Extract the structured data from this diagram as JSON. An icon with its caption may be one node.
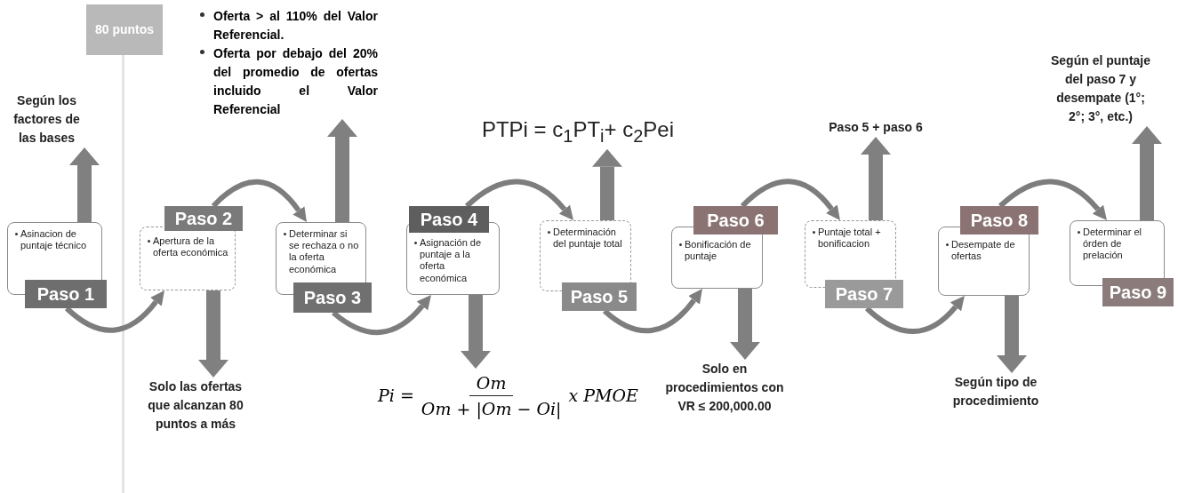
{
  "diagram": {
    "nodes": [
      {
        "text": [
          "Asinacion de puntaje técnico",
          "Paso 1"
        ]
      },
      {
        "text": [
          "Paso 2",
          "Apertura de la oferta económica"
        ]
      },
      {
        "text": [
          "Determinar si se rechaza o no la oferta económica",
          "Paso 3"
        ]
      },
      {
        "text": [
          "Paso 4",
          "Asignación de puntaje a la oferta económica"
        ]
      },
      {
        "text": [
          "Determinación del puntaje total",
          "Paso 5"
        ]
      },
      {
        "text": [
          "Paso 6",
          "Bonificación de puntaje"
        ]
      },
      {
        "text": [
          "Puntaje total + bonificacion",
          "Paso 7"
        ]
      },
      {
        "text": [
          "Paso 8",
          "Desempate de ofertas"
        ]
      },
      {
        "text": [
          "Determinar el órden de prelación",
          "Paso 9"
        ]
      },
      {
        "text": [
          "Según los factores de las bases"
        ]
      },
      {
        "text": [
          "80 puntos"
        ]
      },
      {
        "text": [
          "Oferta > al 110% del Valor Referencial.",
          "Oferta por debajo del 20% del promedio de ofertas incluido el Valor Referencial"
        ]
      },
      {
        "text": [
          "Solo las ofertas que alcanzan 80 puntos a más"
        ]
      },
      {
        "text": [
          "PTPi = c$_{1}$PT$_{i}$+ c$_{2}$Pei"
        ]
      },
      {
        "text": [
          "Pi =",
          "Om",
          "Om + |Om − Oi|",
          "x PMOE"
        ]
      },
      {
        "text": [
          "Paso 5 + paso 6"
        ]
      },
      {
        "text": [
          "Solo en procedimientos con VR ≤ 200,000.00"
        ]
      },
      {
        "text": [
          "Según el puntaje del paso 7 y desempate (1°; 2°; 3°, etc.)"
        ]
      },
      {
        "text": [
          "Según tipo de procedimiento"
        ]
      }
    ],
    "edges": [
      {
        "from": 0,
        "to": 1,
        "arrow": "to"
      },
      {
        "from": 1,
        "to": 2,
        "arrow": "to"
      },
      {
        "from": 2,
        "to": 3,
        "arrow": "to"
      },
      {
        "from": 3,
        "to": 4,
        "arrow": "to"
      },
      {
        "from": 4,
        "to": 5,
        "arrow": "to"
      },
      {
        "from": 5,
        "to": 6,
        "arrow": "to"
      },
      {
        "from": 6,
        "to": 7,
        "arrow": "to"
      },
      {
        "from": 7,
        "to": 8,
        "arrow": "to"
      },
      {
        "from": 0,
        "to": 9,
        "arrow": "to"
      },
      {
        "from": 1,
        "to": 12,
        "arrow": "to"
      },
      {
        "from": 2,
        "to": 11,
        "arrow": "to"
      },
      {
        "from": 3,
        "to": 14,
        "arrow": "to"
      },
      {
        "from": 4,
        "to": 13,
        "arrow": "to"
      },
      {
        "from": 5,
        "to": 16,
        "arrow": "to"
      },
      {
        "from": 6,
        "to": 15,
        "arrow": "to"
      },
      {
        "from": 7,
        "to": 18,
        "arrow": "to"
      },
      {
        "from": 8,
        "to": 17,
        "arrow": "to"
      }
    ]
  }
}
